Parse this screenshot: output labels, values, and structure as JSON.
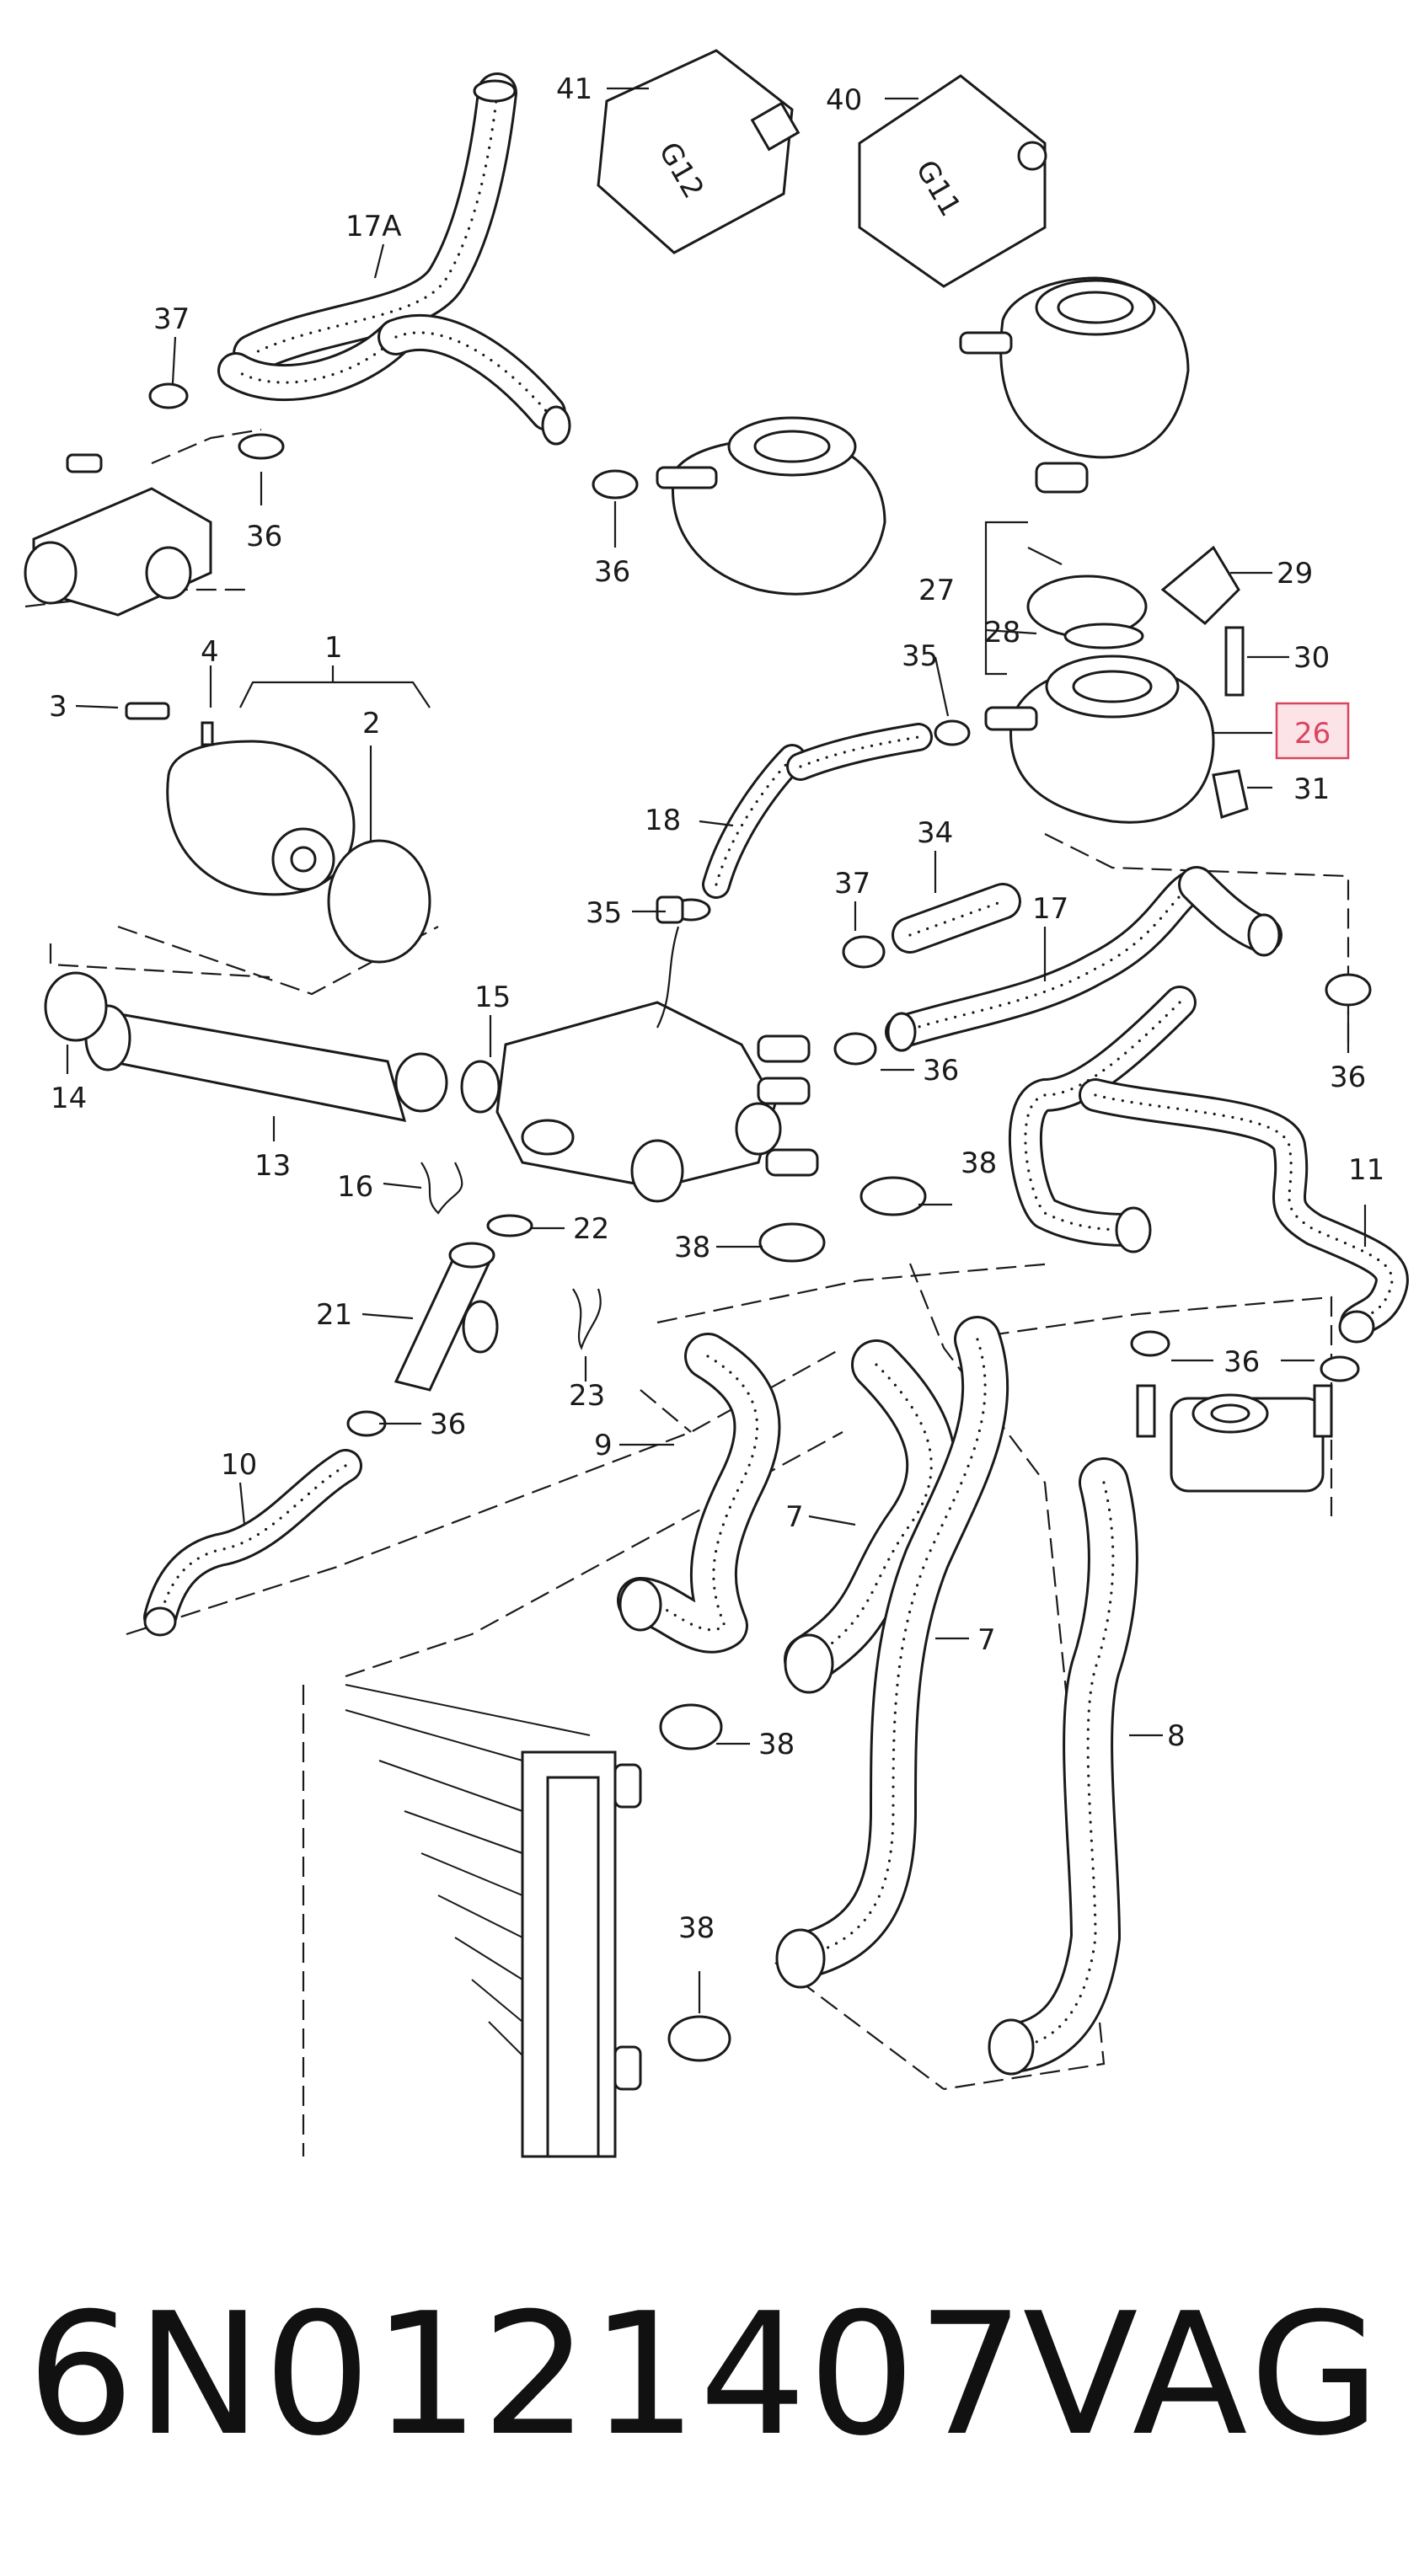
{
  "diagram": {
    "callouts": [
      {
        "id": "c41",
        "text": "41"
      },
      {
        "id": "c40",
        "text": "40"
      },
      {
        "id": "c17a",
        "text": "17A"
      },
      {
        "id": "c37a",
        "text": "37"
      },
      {
        "id": "c36a",
        "text": "36"
      },
      {
        "id": "c36b",
        "text": "36"
      },
      {
        "id": "c29",
        "text": "29"
      },
      {
        "id": "c27",
        "text": "27"
      },
      {
        "id": "c28",
        "text": "28"
      },
      {
        "id": "c30",
        "text": "30"
      },
      {
        "id": "c35a",
        "text": "35"
      },
      {
        "id": "c26",
        "text": "26"
      },
      {
        "id": "c31",
        "text": "31"
      },
      {
        "id": "c1",
        "text": "1"
      },
      {
        "id": "c4",
        "text": "4"
      },
      {
        "id": "c3",
        "text": "3"
      },
      {
        "id": "c2",
        "text": "2"
      },
      {
        "id": "c18",
        "text": "18"
      },
      {
        "id": "c34",
        "text": "34"
      },
      {
        "id": "c37b",
        "text": "37"
      },
      {
        "id": "c17",
        "text": "17"
      },
      {
        "id": "c35b",
        "text": "35"
      },
      {
        "id": "c15",
        "text": "15"
      },
      {
        "id": "c36c",
        "text": "36"
      },
      {
        "id": "c36d",
        "text": "36"
      },
      {
        "id": "c14",
        "text": "14"
      },
      {
        "id": "c13",
        "text": "13"
      },
      {
        "id": "c16",
        "text": "16"
      },
      {
        "id": "c38a",
        "text": "38"
      },
      {
        "id": "c11",
        "text": "11"
      },
      {
        "id": "c22",
        "text": "22"
      },
      {
        "id": "c38b",
        "text": "38"
      },
      {
        "id": "c21",
        "text": "21"
      },
      {
        "id": "c23",
        "text": "23"
      },
      {
        "id": "c36e",
        "text": "36"
      },
      {
        "id": "c36f",
        "text": "36"
      },
      {
        "id": "c10",
        "text": "10"
      },
      {
        "id": "c9",
        "text": "9"
      },
      {
        "id": "c7a",
        "text": "7"
      },
      {
        "id": "c7b",
        "text": "7"
      },
      {
        "id": "c8",
        "text": "8"
      },
      {
        "id": "c38c",
        "text": "38"
      },
      {
        "id": "c38d",
        "text": "38"
      }
    ],
    "canister_labels": {
      "g12": "G12",
      "g11": "G11"
    },
    "highlighted_callout": "26",
    "highlight_color": "#d9455f"
  },
  "footer": {
    "part_number": "6N0121407",
    "brand": "VAG"
  }
}
